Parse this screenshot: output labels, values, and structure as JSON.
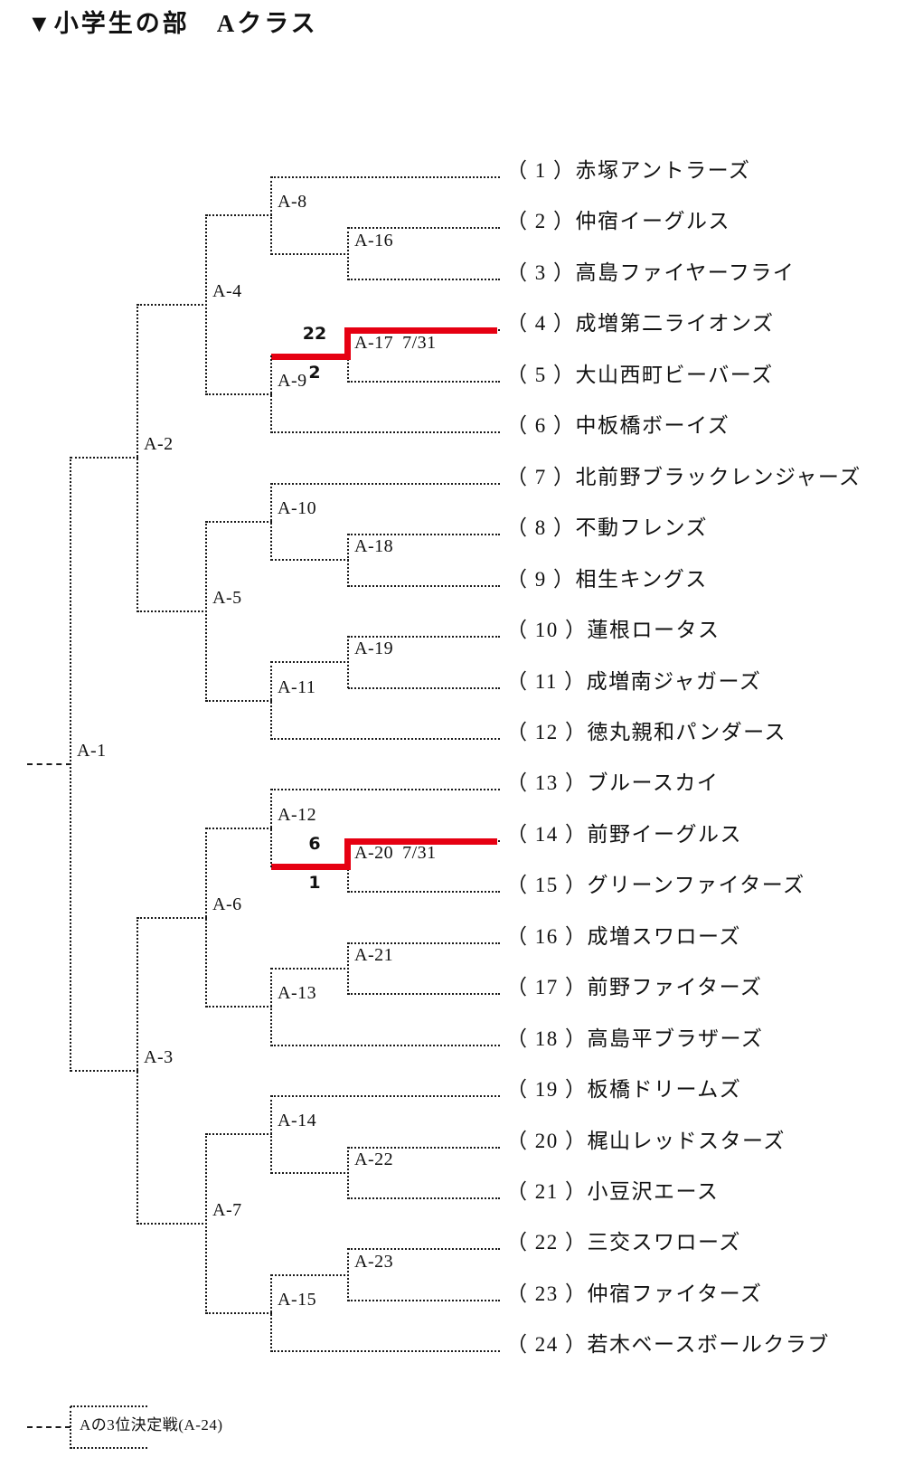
{
  "title": "▼小学生の部　Aクラス",
  "third_place_label": "Aの3位決定戦(A-24)",
  "seed_wrap": [
    "（ ",
    " ）"
  ],
  "colors": {
    "line": "#1a1a1a",
    "winner_red": "#e60012"
  },
  "teams": [
    {
      "no": "1",
      "name": "赤塚アントラーズ"
    },
    {
      "no": "2",
      "name": "仲宿イーグルス"
    },
    {
      "no": "3",
      "name": "高島ファイヤーフライ"
    },
    {
      "no": "4",
      "name": "成増第二ライオンズ"
    },
    {
      "no": "5",
      "name": "大山西町ビーバーズ"
    },
    {
      "no": "6",
      "name": "中板橋ボーイズ"
    },
    {
      "no": "7",
      "name": "北前野ブラックレンジャーズ"
    },
    {
      "no": "8",
      "name": "不動フレンズ"
    },
    {
      "no": "9",
      "name": "相生キングス"
    },
    {
      "no": "10",
      "name": "蓮根ロータス"
    },
    {
      "no": "11",
      "name": "成増南ジャガーズ"
    },
    {
      "no": "12",
      "name": "徳丸親和パンダース"
    },
    {
      "no": "13",
      "name": "ブルースカイ"
    },
    {
      "no": "14",
      "name": "前野イーグルス"
    },
    {
      "no": "15",
      "name": "グリーンファイターズ"
    },
    {
      "no": "16",
      "name": "成増スワローズ"
    },
    {
      "no": "17",
      "name": "前野ファイターズ"
    },
    {
      "no": "18",
      "name": "高島平ブラザーズ"
    },
    {
      "no": "19",
      "name": "板橋ドリームズ"
    },
    {
      "no": "20",
      "name": "梶山レッドスターズ"
    },
    {
      "no": "21",
      "name": "小豆沢エース"
    },
    {
      "no": "22",
      "name": "三交スワローズ"
    },
    {
      "no": "23",
      "name": "仲宿ファイターズ"
    },
    {
      "no": "24",
      "name": "若木ベースボールクラブ"
    }
  ],
  "matches": [
    {
      "id": "A-16",
      "round": 1,
      "top": "T2",
      "bottom": "T3"
    },
    {
      "id": "A-17",
      "round": 1,
      "top": "T4",
      "bottom": "T5",
      "date": "7/31",
      "winner": "top",
      "score_top": "22",
      "score_bottom": "2"
    },
    {
      "id": "A-18",
      "round": 1,
      "top": "T8",
      "bottom": "T9"
    },
    {
      "id": "A-19",
      "round": 1,
      "top": "T10",
      "bottom": "T11"
    },
    {
      "id": "A-20",
      "round": 1,
      "top": "T14",
      "bottom": "T15",
      "date": "7/31",
      "winner": "top",
      "score_top": "6",
      "score_bottom": "1"
    },
    {
      "id": "A-21",
      "round": 1,
      "top": "T16",
      "bottom": "T17"
    },
    {
      "id": "A-22",
      "round": 1,
      "top": "T20",
      "bottom": "T21"
    },
    {
      "id": "A-23",
      "round": 1,
      "top": "T22",
      "bottom": "T23"
    },
    {
      "id": "A-8",
      "round": 2,
      "top": "T1",
      "bottom": "A-16"
    },
    {
      "id": "A-9",
      "round": 2,
      "top": "A-17",
      "bottom": "T6"
    },
    {
      "id": "A-10",
      "round": 2,
      "top": "T7",
      "bottom": "A-18"
    },
    {
      "id": "A-11",
      "round": 2,
      "top": "A-19",
      "bottom": "T12"
    },
    {
      "id": "A-12",
      "round": 2,
      "top": "T13",
      "bottom": "A-20"
    },
    {
      "id": "A-13",
      "round": 2,
      "top": "A-21",
      "bottom": "T18"
    },
    {
      "id": "A-14",
      "round": 2,
      "top": "T19",
      "bottom": "A-22"
    },
    {
      "id": "A-15",
      "round": 2,
      "top": "A-23",
      "bottom": "T24"
    },
    {
      "id": "A-4",
      "round": 3,
      "top": "A-8",
      "bottom": "A-9"
    },
    {
      "id": "A-5",
      "round": 3,
      "top": "A-10",
      "bottom": "A-11"
    },
    {
      "id": "A-6",
      "round": 3,
      "top": "A-12",
      "bottom": "A-13"
    },
    {
      "id": "A-7",
      "round": 3,
      "top": "A-14",
      "bottom": "A-15"
    },
    {
      "id": "A-2",
      "round": 4,
      "top": "A-4",
      "bottom": "A-5"
    },
    {
      "id": "A-3",
      "round": 4,
      "top": "A-6",
      "bottom": "A-7"
    },
    {
      "id": "A-1",
      "round": 5,
      "top": "A-2",
      "bottom": "A-3"
    }
  ]
}
